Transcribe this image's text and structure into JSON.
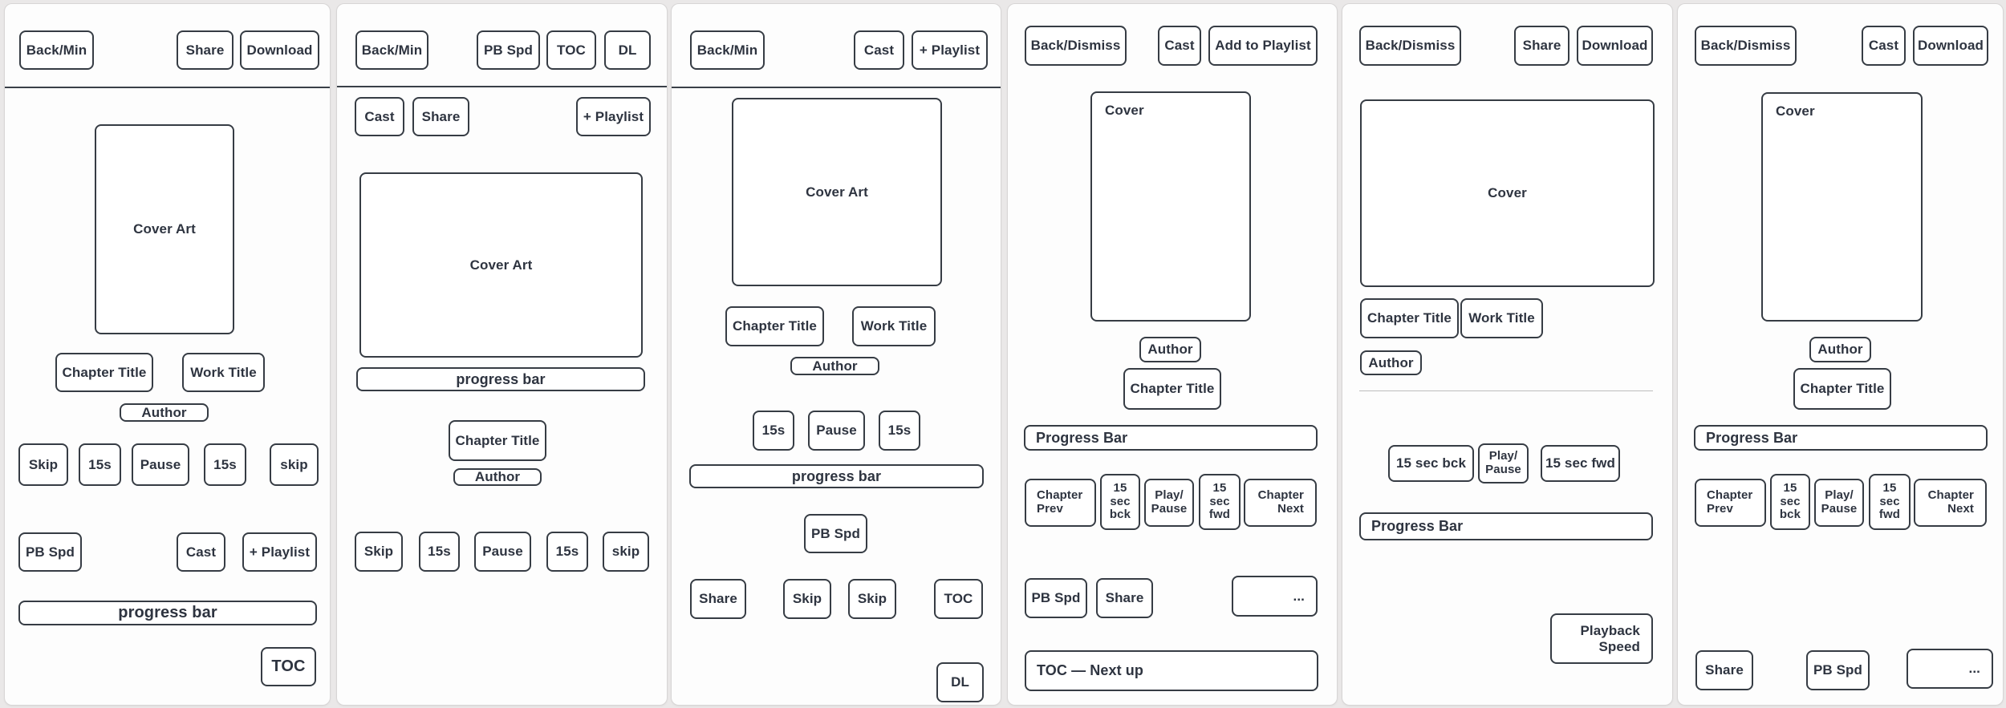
{
  "colors": {
    "ink": "#2e3440",
    "outline": "#363c44",
    "card_bg": "#ffffff",
    "canvas_bg": "#eae8e8"
  },
  "panels": [
    {
      "back": "Back/Min",
      "share": "Share",
      "download": "Download",
      "cover": "Cover Art",
      "chapter_title": "Chapter Title",
      "work_title": "Work Title",
      "author": "Author",
      "skip_prev": "Skip",
      "back_15": "15s",
      "pause": "Pause",
      "fwd_15": "15s",
      "skip_next": "skip",
      "pb_spd": "PB Spd",
      "cast": "Cast",
      "add_playlist": "+ Playlist",
      "progress": "progress bar",
      "toc": "TOC"
    },
    {
      "back": "Back/Min",
      "pb_spd": "PB Spd",
      "toc": "TOC",
      "dl": "DL",
      "cast": "Cast",
      "share": "Share",
      "add_playlist": "+ Playlist",
      "cover": "Cover Art",
      "progress": "progress bar",
      "chapter_title": "Chapter Title",
      "author": "Author",
      "skip_prev": "Skip",
      "back_15": "15s",
      "pause": "Pause",
      "fwd_15": "15s",
      "skip_next": "skip"
    },
    {
      "back": "Back/Min",
      "cast": "Cast",
      "add_playlist": "+ Playlist",
      "cover": "Cover Art",
      "chapter_title": "Chapter Title",
      "work_title": "Work Title",
      "author": "Author",
      "back_15": "15s",
      "pause": "Pause",
      "fwd_15": "15s",
      "progress": "progress bar",
      "pb_spd": "PB Spd",
      "share": "Share",
      "skip_1": "Skip",
      "skip_2": "Skip",
      "toc": "TOC",
      "dl": "DL"
    },
    {
      "back": "Back/Dismiss",
      "cast": "Cast",
      "add_playlist": "Add to Playlist",
      "cover": "Cover",
      "author": "Author",
      "chapter_title": "Chapter Title",
      "progress": "Progress Bar",
      "chapter_prev": "Chapter\nPrev",
      "back_15": "15\nsec\nbck",
      "play_pause": "Play/\nPause",
      "fwd_15": "15\nsec\nfwd",
      "chapter_next": "Chapter\nNext",
      "pb_spd": "PB Spd",
      "share": "Share",
      "more": "...",
      "toc_next_up": "TOC — Next up"
    },
    {
      "back": "Back/Dismiss",
      "share": "Share",
      "download": "Download",
      "cover": "Cover",
      "chapter_title": "Chapter Title",
      "work_title": "Work Title",
      "author": "Author",
      "back_15": "15 sec bck",
      "play_pause": "Play/\nPause",
      "fwd_15": "15 sec fwd",
      "progress": "Progress Bar",
      "playback_speed": "Playback\nSpeed"
    },
    {
      "back": "Back/Dismiss",
      "cast": "Cast",
      "download": "Download",
      "cover": "Cover",
      "author": "Author",
      "chapter_title": "Chapter Title",
      "progress": "Progress Bar",
      "chapter_prev": "Chapter\nPrev",
      "back_15": "15\nsec\nbck",
      "play_pause": "Play/\nPause",
      "fwd_15": "15\nsec\nfwd",
      "chapter_next": "Chapter\nNext",
      "share": "Share",
      "pb_spd": "PB Spd",
      "more": "..."
    }
  ]
}
